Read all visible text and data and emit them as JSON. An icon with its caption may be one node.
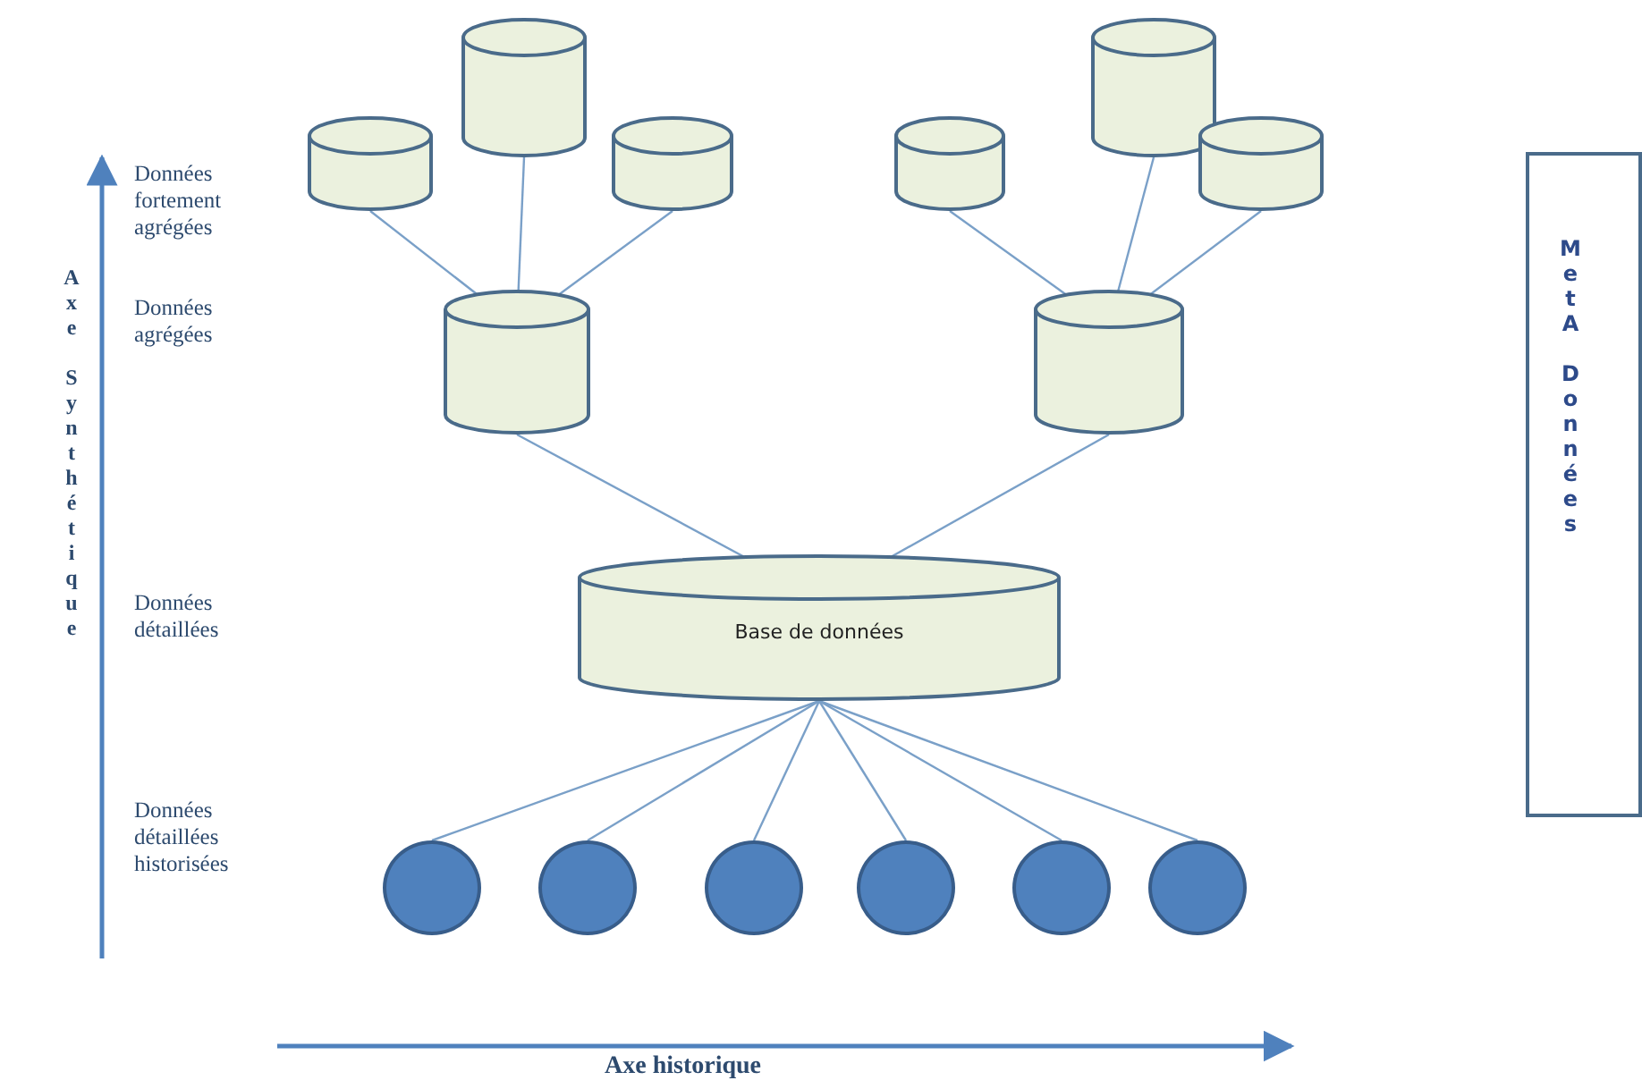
{
  "diagram": {
    "nodes": [
      {
        "text": [],
        "shape": "cylinder"
      },
      {
        "text": [],
        "shape": "cylinder"
      },
      {
        "text": [],
        "shape": "cylinder"
      },
      {
        "text": [],
        "shape": "cylinder"
      },
      {
        "text": [],
        "shape": "cylinder"
      },
      {
        "text": [],
        "shape": "cylinder"
      },
      {
        "text": [],
        "shape": "cylinder"
      },
      {
        "text": [],
        "shape": "cylinder"
      },
      {
        "text": [
          "Base de données"
        ]
      },
      {
        "text": [],
        "shape": "circle"
      },
      {
        "text": [],
        "shape": "circle"
      },
      {
        "text": [],
        "shape": "circle"
      },
      {
        "text": [],
        "shape": "circle"
      },
      {
        "text": [],
        "shape": "circle"
      },
      {
        "text": [],
        "shape": "circle"
      },
      {
        "text": [
          "MetA Données"
        ]
      }
    ],
    "edges": [
      {
        "from": 2,
        "to": 6,
        "arrow": "none"
      },
      {
        "from": 0,
        "to": 6,
        "arrow": "none"
      },
      {
        "from": 3,
        "to": 6,
        "arrow": "none"
      },
      {
        "from": 4,
        "to": 7,
        "arrow": "none"
      },
      {
        "from": 1,
        "to": 7,
        "arrow": "none"
      },
      {
        "from": 5,
        "to": 7,
        "arrow": "none"
      },
      {
        "from": 6,
        "to": 8,
        "arrow": "none"
      },
      {
        "from": 7,
        "to": 8,
        "arrow": "none"
      },
      {
        "from": 8,
        "to": 9,
        "arrow": "none"
      },
      {
        "from": 8,
        "to": 10,
        "arrow": "none"
      },
      {
        "from": 8,
        "to": 11,
        "arrow": "none"
      },
      {
        "from": 8,
        "to": 12,
        "arrow": "none"
      },
      {
        "from": 8,
        "to": 13,
        "arrow": "none"
      },
      {
        "from": 8,
        "to": 14,
        "arrow": "none"
      }
    ],
    "labels": [
      "Axe Synthétique",
      "Données fortement agrégées",
      "Données agrégées",
      "Données détaillées",
      "Données détaillées historisées",
      "Axe historique"
    ]
  }
}
